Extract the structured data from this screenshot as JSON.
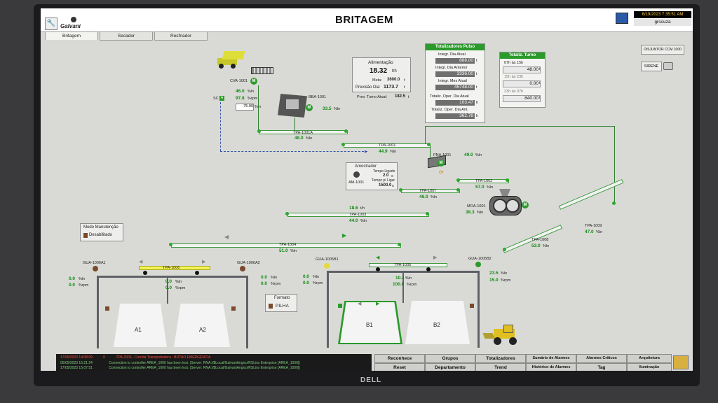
{
  "title": "BRITAGEM",
  "logo": "Galvani",
  "datetime": "6/19/2023 7:35:51 AM",
  "user": "grsouza",
  "tabs": [
    {
      "label": "Britagem"
    },
    {
      "label": "Secador"
    },
    {
      "label": "Resfriador"
    }
  ],
  "side_buttons": {
    "disjuntor": "DISJUNTOR CCM 1000",
    "sirene": "SIRENE"
  },
  "alimentacao": {
    "title": "Alimentação",
    "rate": "18.32",
    "rate_unit": "t/h",
    "meta_label": "Meta:",
    "meta": "3600.0",
    "meta_unit": "t",
    "prev_label": "Previsão Dia:",
    "prev": "1173.7",
    "prev_unit": "t",
    "turno_label": "Prev. Turno Atual:",
    "turno": "182.5",
    "turno_unit": "t"
  },
  "totalizadores": {
    "title": "Totalizadores Pulso",
    "dia_atual_label": "Integr. Dia Atual",
    "dia_atual": "888.00",
    "dia_anterior_label": "Integr. Dia Anterior",
    "dia_anterior": "3336.00",
    "mes_atual_label": "Integr. Mes Atual",
    "mes_atual": "45748.00",
    "oper_atual_label": "Totaliz. Oper. Dia Atual",
    "oper_atual": "103.47",
    "oper_ant_label": "Totaliz. Oper. Dia Ant.",
    "oper_ant": "362.78",
    "unit_t": "t",
    "unit_h": "h"
  },
  "turno": {
    "title": "Totaliz. Turno",
    "t1_label": "07h às 15h",
    "t1": "48.00",
    "t2_label": "15h às 23h",
    "t2": "0.00",
    "t3_label": "23h às 07h",
    "t3": "840.00",
    "unit": "t"
  },
  "cva": {
    "name": "CVA-1001",
    "speed": "46.0",
    "speed_unit": "%ln",
    "rpm": "97.8",
    "rpm_unit": "%rpm",
    "sc": "SC",
    "setpoint": "75.00",
    "sp_unit": "%ln"
  },
  "bba": {
    "name": "BBA-1001",
    "value": "33.5",
    "unit": "%ln"
  },
  "tpa1001a": {
    "name": "TPA-1001A",
    "value": "48.0",
    "unit": "%ln"
  },
  "tpa1001": {
    "name": "TPA-1001",
    "value": "44.9",
    "unit": "%ln"
  },
  "pna": {
    "name": "PNA-1001",
    "value": "49.0",
    "unit": "%ln"
  },
  "amostrador": {
    "title": "Amostrador",
    "name": "AM-1001",
    "ligado_label": "Tempo Ligado",
    "ligado": "2.0",
    "ligado_unit": "s",
    "desligar_label": "Tempo p/ Ligar",
    "desligar": "1500.0",
    "desligar_unit": "s"
  },
  "tpa1002": {
    "name": "TPA-1002",
    "value": "57.0",
    "unit": "%ln"
  },
  "tpa1007": {
    "name": "TPA-1007",
    "value": "46.0",
    "unit": "%ln"
  },
  "moa": {
    "name": "MOA-1001",
    "value": "38.3",
    "unit": "%ln"
  },
  "tpa1003": {
    "name": "TPA-1003",
    "value": "44.0",
    "unit": "%ln",
    "rate": "18.6",
    "rate_unit": "t/h"
  },
  "tpa1009": {
    "name": "TPA-1009",
    "value": "47.0",
    "unit": "%ln"
  },
  "tpa1008": {
    "name": "TPA-1008",
    "value": "53.0",
    "unit": "%ln"
  },
  "manutencao": {
    "title": "Modo Manutenção",
    "value": "Desabilitado"
  },
  "tpa1004": {
    "name": "TPA-1004",
    "value": "51.0",
    "unit": "%ln"
  },
  "tpa1006": {
    "name": "TPA-1006",
    "v1": "0.0",
    "u1": "%ln",
    "v2": "0.0",
    "u2": "%rpm"
  },
  "tpa1005": {
    "name": "TPA-1005",
    "v1": "10.4",
    "u1": "%ln",
    "v2": "100.0",
    "u2": "%rpm"
  },
  "gua_a1": {
    "name": "GUA-1006A1",
    "v1": "0.0",
    "u1": "%ln",
    "v2": "0.0",
    "u2": "%rpm"
  },
  "gua_a2": {
    "name": "GUA-1006A2",
    "v1": "0.0",
    "u1": "%ln",
    "v2": "0.0",
    "u2": "%rpm"
  },
  "gua_b1": {
    "name": "GUA-1005B1",
    "v1": "0.0",
    "u1": "%ln",
    "v2": "0.0",
    "u2": "%rpm"
  },
  "gua_b2": {
    "name": "GUA-1005B2",
    "v1": "23.5",
    "u1": "%ln",
    "v2": "15.0",
    "u2": "%rpm"
  },
  "formato": {
    "title": "Formato",
    "value": "PILHA"
  },
  "piles": [
    {
      "label": "A1"
    },
    {
      "label": "A2"
    },
    {
      "label": "B1"
    },
    {
      "label": "B2"
    }
  ],
  "alarms": [
    {
      "date": "17/05/2023 14:08:09",
      "code": "0",
      "text": "TPA-1006 - Corrida Transportadora - BOTAO EMERGENCIA"
    },
    {
      "date": "05/05/2023 15:21:24",
      "code": "",
      "text": "Connection to controller AREA_1000 has been lost. (Server: RNA://$Local/GalvaniAngico/RSLinx Enterprise [AREA_1000])"
    },
    {
      "date": "17/05/2023 15:07:51",
      "code": "",
      "text": "Connection to controller AREA_1000 has been lost. (Server: RNA://$Local/GalvaniAngico/RSLinx Enterprise [AREA_1000])"
    }
  ],
  "nav": {
    "row1": [
      {
        "label": "Reconhece"
      },
      {
        "label": "Grupos"
      },
      {
        "label": "Totalizadores"
      },
      {
        "label": "Sumário de Alarmes"
      },
      {
        "label": "Alarmes Críticos"
      },
      {
        "label": "Arquitetura"
      }
    ],
    "row2": [
      {
        "label": "Reset"
      },
      {
        "label": "Departamento"
      },
      {
        "label": "Trend"
      },
      {
        "label": "Histórico de Alarmes"
      },
      {
        "label": "Tag"
      },
      {
        "label": "Iluminação"
      }
    ]
  },
  "monitor_brand": "DELL",
  "colors": {
    "running": "#2a9a2a",
    "title_bar": "#ffffff",
    "alarm_bg": "#1a1a1a",
    "alarm_red": "#ff4a3a"
  }
}
